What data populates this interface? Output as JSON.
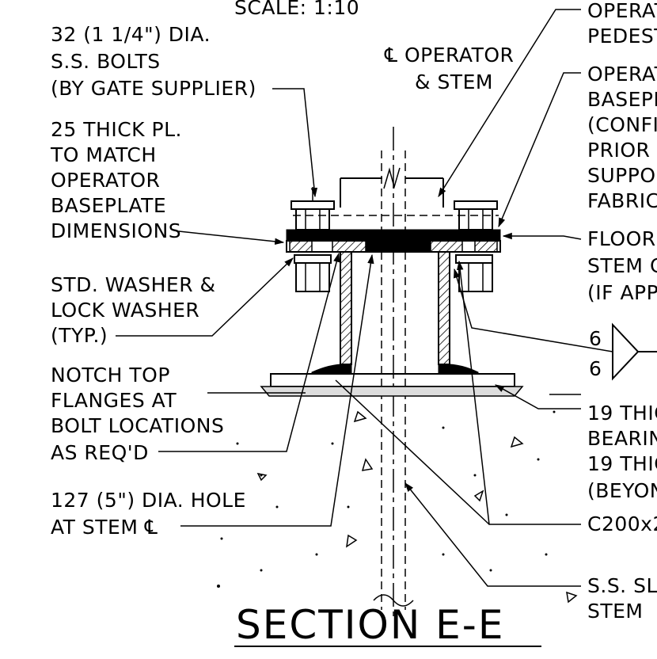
{
  "drawing": {
    "scale": "SCALE: 1:10",
    "title": "SECTION E-E",
    "centerline_label": [
      "℄ OPERATOR",
      "& STEM"
    ],
    "weld_symbol": {
      "top": "6",
      "bottom": "6"
    },
    "left_labels": {
      "bolts": [
        "32 (1 1/4\") DIA.",
        "S.S. BOLTS",
        "(BY GATE SUPPLIER)"
      ],
      "plate": [
        "25 THICK PL.",
        "TO MATCH",
        "OPERATOR",
        "BASEPLATE",
        "DIMENSIONS"
      ],
      "washer": [
        "STD. WASHER &",
        "LOCK WASHER",
        "(TYP.)"
      ],
      "notch": [
        "NOTCH TOP",
        "FLANGES AT",
        "BOLT LOCATIONS",
        "AS REQ'D"
      ],
      "hole": [
        "127 (5\") DIA. HOLE",
        "AT STEM ℄"
      ]
    },
    "right_labels": {
      "pedestal": [
        "OPERAT",
        "PEDEST"
      ],
      "baseplate": [
        "OPERAT",
        "BASEPL",
        "(CONFI",
        "PRIOR",
        "SUPPO",
        "FABRIC"
      ],
      "floor": [
        "FLOOR",
        "STEM C",
        "(IF APP"
      ],
      "bearing": [
        "19 THIC",
        "BEARIN",
        "19 THIC",
        "(BEYON"
      ],
      "channel": [
        "C200x2"
      ],
      "sleeve": [
        "S.S. SL",
        "STEM"
      ]
    }
  }
}
